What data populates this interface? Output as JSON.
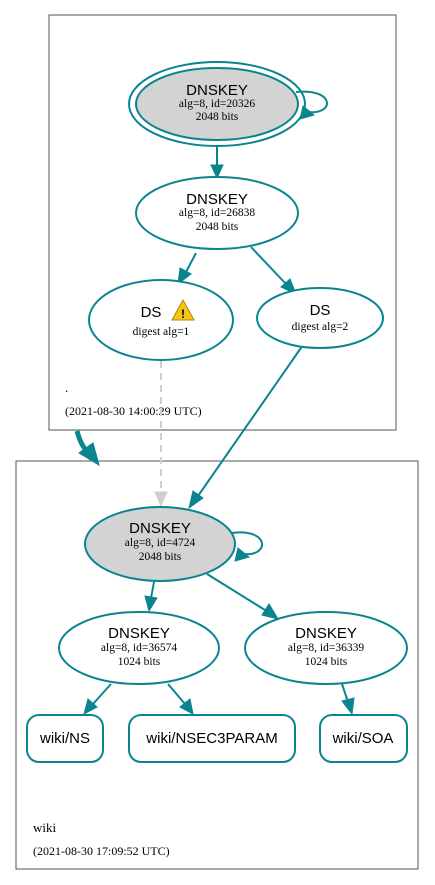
{
  "zones": {
    "root": {
      "name": ".",
      "timestamp": "(2021-08-30 14:00:29 UTC)"
    },
    "wiki": {
      "name": "wiki",
      "timestamp": "(2021-08-30 17:09:52 UTC)"
    }
  },
  "nodes": {
    "root_ksk": {
      "title": "DNSKEY",
      "line1": "alg=8, id=20326",
      "line2": "2048 bits"
    },
    "root_zsk": {
      "title": "DNSKEY",
      "line1": "alg=8, id=26838",
      "line2": "2048 bits"
    },
    "ds_1": {
      "title": "DS",
      "line1": "digest alg=1",
      "warning": "!"
    },
    "ds_2": {
      "title": "DS",
      "line1": "digest alg=2"
    },
    "wiki_ksk": {
      "title": "DNSKEY",
      "line1": "alg=8, id=4724",
      "line2": "2048 bits"
    },
    "wiki_zsk_a": {
      "title": "DNSKEY",
      "line1": "alg=8, id=36574",
      "line2": "1024 bits"
    },
    "wiki_zsk_b": {
      "title": "DNSKEY",
      "line1": "alg=8, id=36339",
      "line2": "1024 bits"
    },
    "rr_ns": {
      "label": "wiki/NS"
    },
    "rr_nsec3param": {
      "label": "wiki/NSEC3PARAM"
    },
    "rr_soa": {
      "label": "wiki/SOA"
    }
  },
  "colors": {
    "edge": "#0a8590",
    "dashed_edge": "#cfcfcf",
    "key_fill": "#d3d3d3",
    "warning": "#f5c518"
  }
}
